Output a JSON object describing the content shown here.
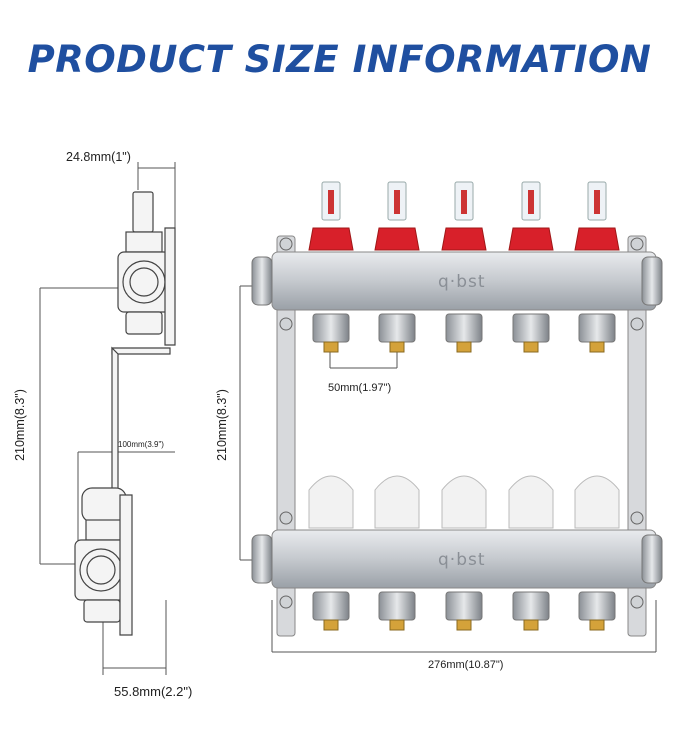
{
  "title": "PRODUCT SIZE INFORMATION",
  "dimensions": {
    "top_width": "24.8mm(1\")",
    "left_height": "210mm(8.3\")",
    "bracket_offset": "100mm(3.9\")",
    "bottom_depth": "55.8mm(2.2\")",
    "right_height": "210mm(8.3\")",
    "port_spacing": "50mm(1.97\")",
    "total_width": "276mm(10.87\")"
  },
  "brand": {
    "top_logo": "q·bst",
    "bottom_logo": "q·bst"
  },
  "colors": {
    "title": "#1f4fa0",
    "flowmeter_red": "#d8202a",
    "valve_white": "#f2f2f2",
    "brass": "#d4a23a"
  }
}
